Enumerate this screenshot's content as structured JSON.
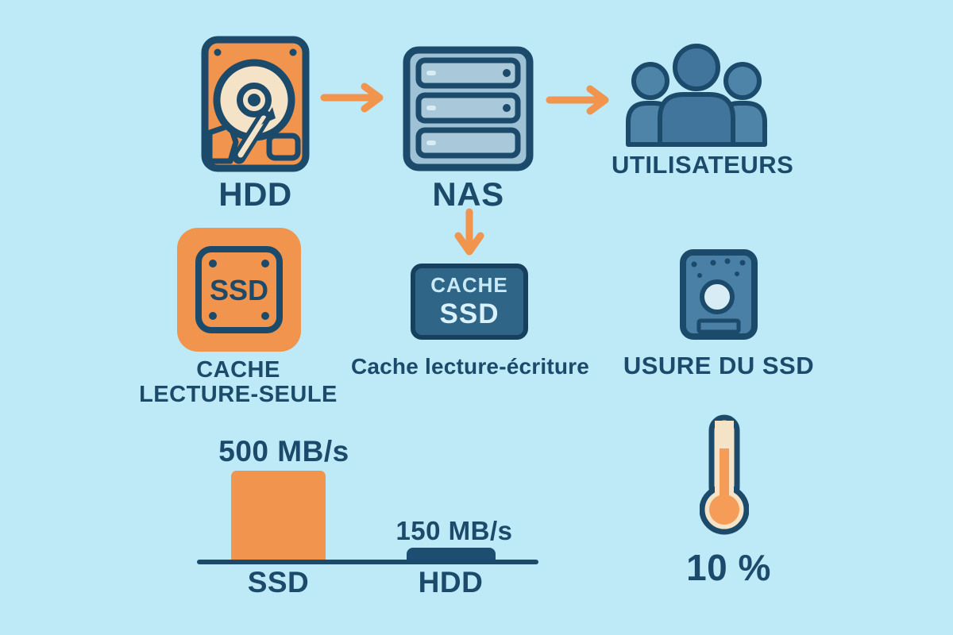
{
  "palette": {
    "background": "#bee9f7",
    "accent_orange": "#f0944e",
    "navy": "#1b4a6b",
    "nas_body_blue": "#9dc2d6",
    "nas_bay_blue": "#a9c9db",
    "person_blue": "#44799f",
    "cache_box_blue": "#2f6688",
    "cache_box_text": "#c8e9f5",
    "cream": "#f4e3c6",
    "device_blue": "#4a7fa6"
  },
  "flow": {
    "source_label": "HDD",
    "nas_label": "NAS",
    "users_label": "UTILISATEURS"
  },
  "cache_row": {
    "ssd_chip_text": "SSD",
    "read_only_line1": "CACHE",
    "read_only_line2": "LECTURE-SEULE",
    "cache_box_line1": "CACHE",
    "cache_box_line2": "SSD",
    "read_write_label": "Cache lecture-écriture",
    "wear_label": "USURE DU SSD"
  },
  "wear": {
    "percent": "10 %"
  },
  "chart_data": {
    "type": "bar",
    "categories": [
      "SSD",
      "HDD"
    ],
    "values": [
      500,
      150
    ],
    "unit": "MB/s",
    "value_labels": [
      "500 MB/s",
      "150 MB/s"
    ],
    "bar_colors": [
      "#f0944e",
      "#1d4d70"
    ],
    "baseline_color": "#1b4a6b",
    "title": "",
    "xlabel": "",
    "ylabel": ""
  }
}
